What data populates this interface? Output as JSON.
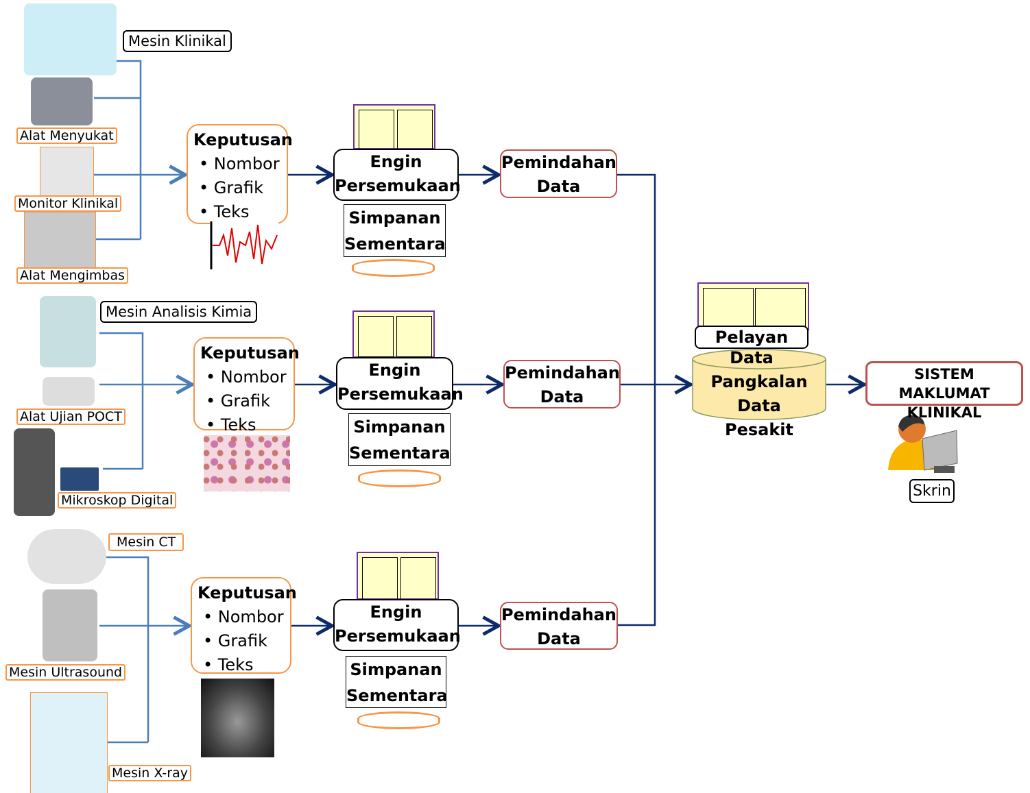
{
  "colors": {
    "bracket": "#4a7ebb",
    "arrow": "#0d2a6b",
    "device_label_border": "#f79646",
    "transfer_border": "#c0504d",
    "server_border": "#7030a0",
    "db_fill": "#fde9a9"
  },
  "groups": [
    {
      "devices": [
        "Mesin Klinikal",
        "Alat Menyukat",
        "Monitor Klinikal",
        "Alat Mengimbas"
      ],
      "result": {
        "title": "Keputusan",
        "items": [
          "Nombor",
          "Grafik",
          "Teks"
        ],
        "image": "ecg-waveform"
      }
    },
    {
      "devices": [
        "Mesin Analisis Kimia",
        "Alat Ujian POCT",
        "Mikroskop Digital"
      ],
      "result": {
        "title": "Keputusan",
        "items": [
          "Nombor",
          "Grafik",
          "Teks"
        ],
        "image": "blood-cell-micrograph"
      }
    },
    {
      "devices": [
        "Mesin CT",
        "Mesin Ultrasound",
        "Mesin X-ray"
      ],
      "result": {
        "title": "Keputusan",
        "items": [
          "Nombor",
          "Grafik",
          "Teks"
        ],
        "image": "chest-xray"
      }
    }
  ],
  "engine": {
    "line1": "Engin",
    "line2": "Persemukaan"
  },
  "storage": {
    "line1": "Simpanan",
    "line2": "Sementara"
  },
  "transfer": {
    "line1": "Pemindahan",
    "line2": "Data"
  },
  "data_server": "Pelayan Data",
  "database": {
    "line1": "Pangkalan Data",
    "line2": "Pesakit"
  },
  "cis": {
    "line1": "SISTEM MAKLUMAT",
    "line2": "KLINIKAL"
  },
  "screen": "Skrin"
}
